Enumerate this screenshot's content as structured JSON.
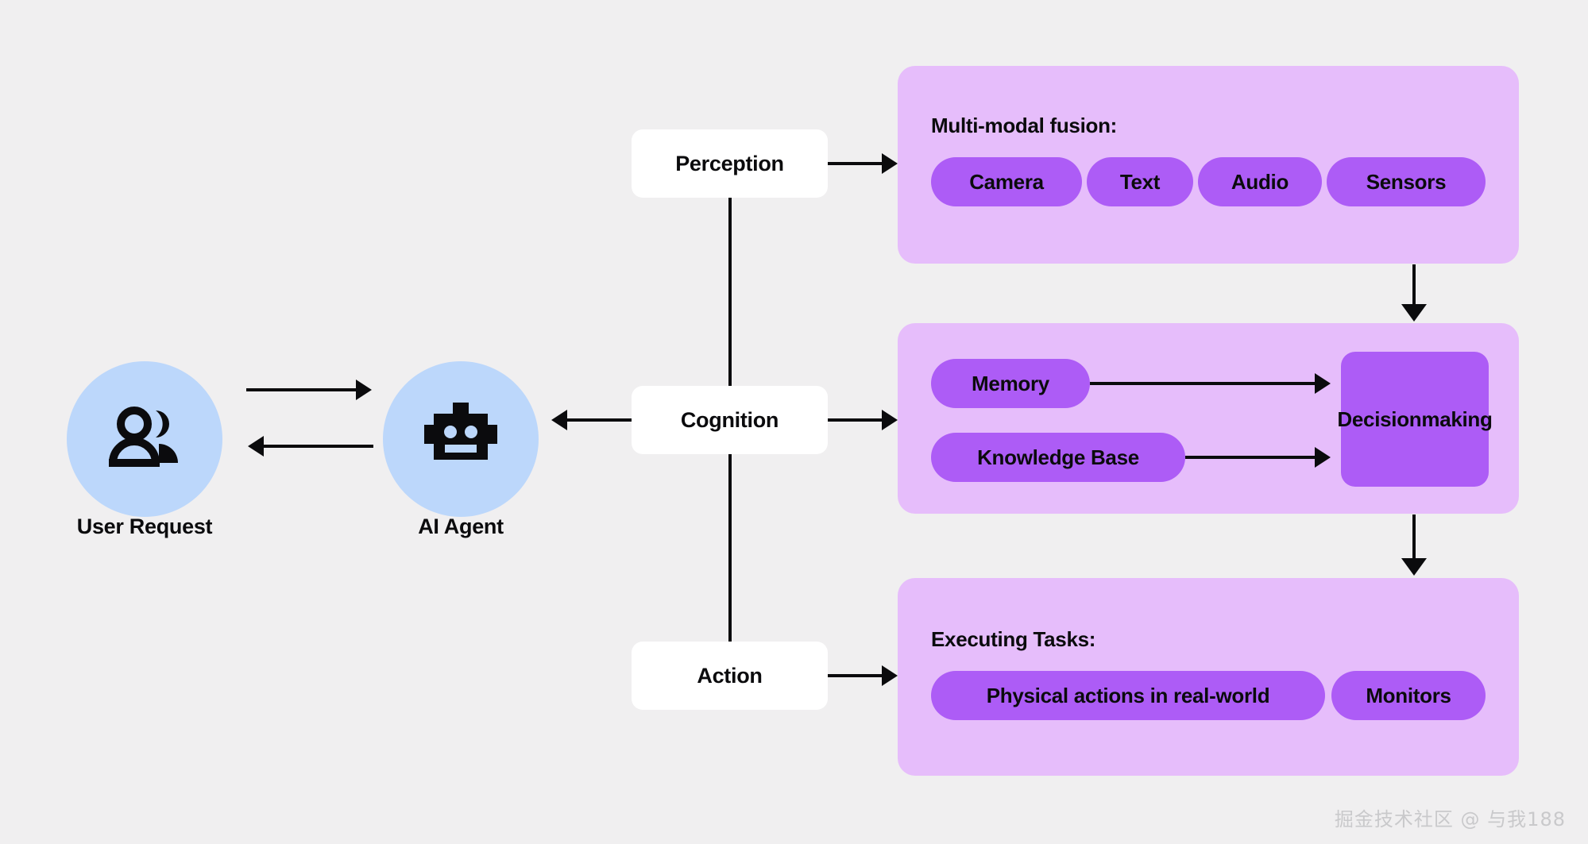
{
  "diagram": {
    "title": "AI Agent architecture flow",
    "background_color": "#f0eff0",
    "accent_panel_color": "#e6bdfb",
    "accent_pill_color": "#ad5cf6",
    "node_circle_color": "#bcd7fb",
    "line_color": "#0b0b0d"
  },
  "left_nodes": [
    {
      "id": "user-request",
      "label": "User Request",
      "icon": "users-icon"
    },
    {
      "id": "ai-agent",
      "label": "AI Agent",
      "icon": "robot-icon"
    }
  ],
  "stages": [
    {
      "id": "perception",
      "label": "Perception"
    },
    {
      "id": "cognition",
      "label": "Cognition"
    },
    {
      "id": "action",
      "label": "Action"
    }
  ],
  "panels": [
    {
      "id": "perception-panel",
      "title": "Multi-modal fusion:",
      "items": [
        "Camera",
        "Text",
        "Audio",
        "Sensors"
      ]
    },
    {
      "id": "cognition-panel",
      "title": "",
      "items": [
        "Memory",
        "Knowledge Base"
      ],
      "output": "Decision\nmaking",
      "output_line1": "Decision",
      "output_line2": "making"
    },
    {
      "id": "action-panel",
      "title": "Executing Tasks:",
      "items": [
        "Physical actions in real-world",
        "Monitors"
      ]
    }
  ],
  "watermark": "掘金技术社区 @ 与我188"
}
